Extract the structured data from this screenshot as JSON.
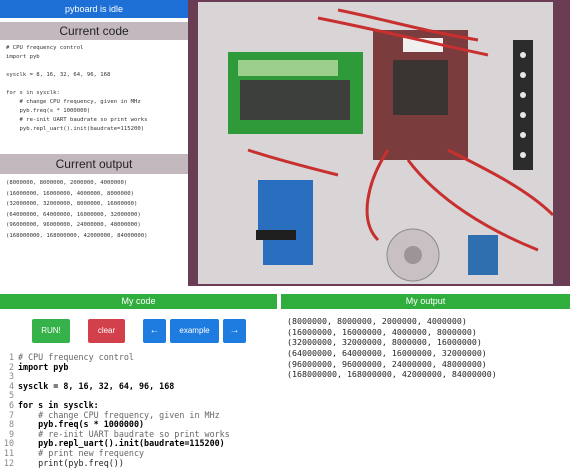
{
  "status": {
    "text": "pyboard is idle"
  },
  "current_code": {
    "title": "Current code",
    "lines": [
      "# CPU frequency control",
      "import pyb",
      "",
      "sysclk = 8, 16, 32, 64, 96, 168",
      "",
      "for s in sysclk:",
      "    # change CPU frequency, given in MHz",
      "    pyb.freq(s * 1000000)",
      "    # re-init UART baudrate so print works",
      "    pyb.repl_uart().init(baudrate=115200)"
    ]
  },
  "current_output": {
    "title": "Current output",
    "lines": [
      "(8000000, 8000000, 2000000, 4000000)",
      "(16000000, 16000000, 4000000, 8000000)",
      "(32000000, 32000000, 8000000, 16000000)",
      "(64000000, 64000000, 16000000, 32000000)",
      "(96000000, 96000000, 24000000, 48000000)",
      "(168000000, 168000000, 42000000, 84000000)"
    ]
  },
  "camera": {
    "icon": "camera-feed-image"
  },
  "my_code": {
    "title": "My code",
    "buttons": {
      "run": "RUN!",
      "clear": "clear",
      "prev": "←",
      "example": "example",
      "next": "→"
    },
    "lines": [
      {
        "n": "1",
        "text": "# CPU frequency control",
        "kind": "cm"
      },
      {
        "n": "2",
        "text": "import pyb",
        "kind": "kw"
      },
      {
        "n": "3",
        "text": "",
        "kind": ""
      },
      {
        "n": "4",
        "text": "sysclk = 8, 16, 32, 64, 96, 168",
        "kind": "kw"
      },
      {
        "n": "5",
        "text": "",
        "kind": ""
      },
      {
        "n": "6",
        "text": "for s in sysclk:",
        "kind": "kw"
      },
      {
        "n": "7",
        "text": "    # change CPU frequency, given in MHz",
        "kind": "cm"
      },
      {
        "n": "8",
        "text": "    pyb.freq(s * 1000000)",
        "kind": "kw"
      },
      {
        "n": "9",
        "text": "    # re-init UART baudrate so print works",
        "kind": "cm"
      },
      {
        "n": "10",
        "text": "    pyb.repl_uart().init(baudrate=115200)",
        "kind": "kw"
      },
      {
        "n": "11",
        "text": "    # print new frequency",
        "kind": "cm"
      },
      {
        "n": "12",
        "text": "    print(pyb.freq())",
        "kind": ""
      }
    ]
  },
  "my_output": {
    "title": "My output",
    "lines": [
      "(8000000, 8000000, 2000000, 4000000)",
      "(16000000, 16000000, 4000000, 8000000)",
      "(32000000, 32000000, 8000000, 16000000)",
      "(64000000, 64000000, 16000000, 32000000)",
      "(96000000, 96000000, 24000000, 48000000)",
      "(168000000, 168000000, 42000000, 84000000)"
    ]
  },
  "colors": {
    "status_blue": "#1e6fd6",
    "green": "#2fae3e",
    "run": "#36b24a",
    "clear": "#d2414b",
    "blue": "#1e7ce0",
    "header_gray": "#c4b8bf"
  }
}
